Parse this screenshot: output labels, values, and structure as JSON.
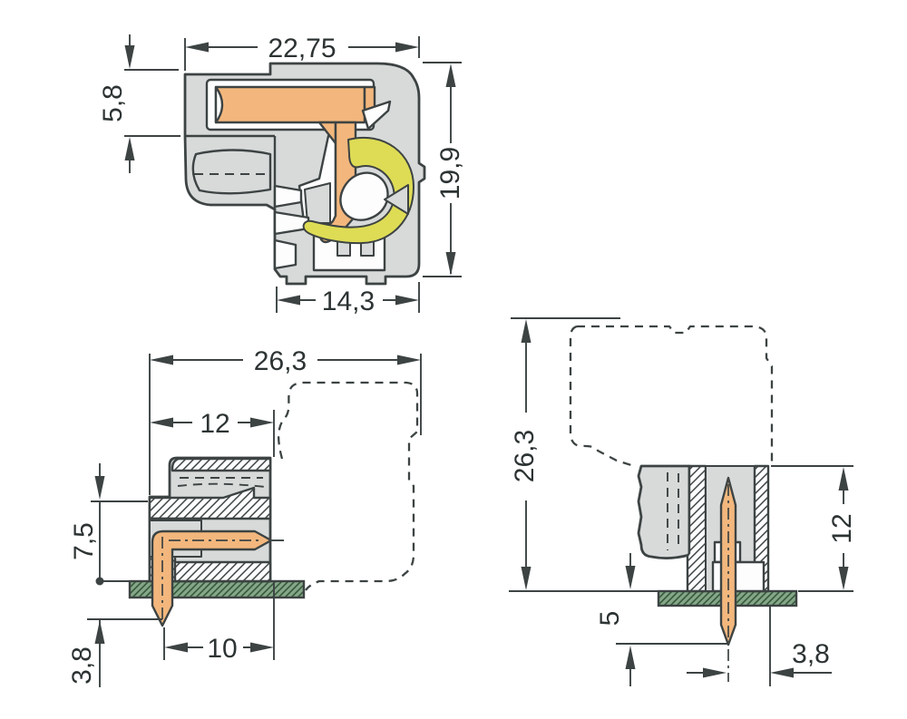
{
  "colors": {
    "background": "#ffffff",
    "body": "#d7dad9",
    "outline": "#3d4343",
    "conductor": "#f3b77d",
    "spring": "#dedc55",
    "pcb": "#85a788",
    "pcb_hatch": "#36593b",
    "white": "#fdfdfd",
    "text": "#2d3333"
  },
  "dims": {
    "v1": {
      "width": "22,75",
      "mouth": "5,8",
      "height": "19,9",
      "bottom": "14,3"
    },
    "v2": {
      "depth": "26,3",
      "header": "12",
      "above": "7,5",
      "pin_face": "10",
      "below": "3,8"
    },
    "v3": {
      "height": "26,3",
      "header": "12",
      "pin": "5",
      "offset": "3,8"
    }
  }
}
